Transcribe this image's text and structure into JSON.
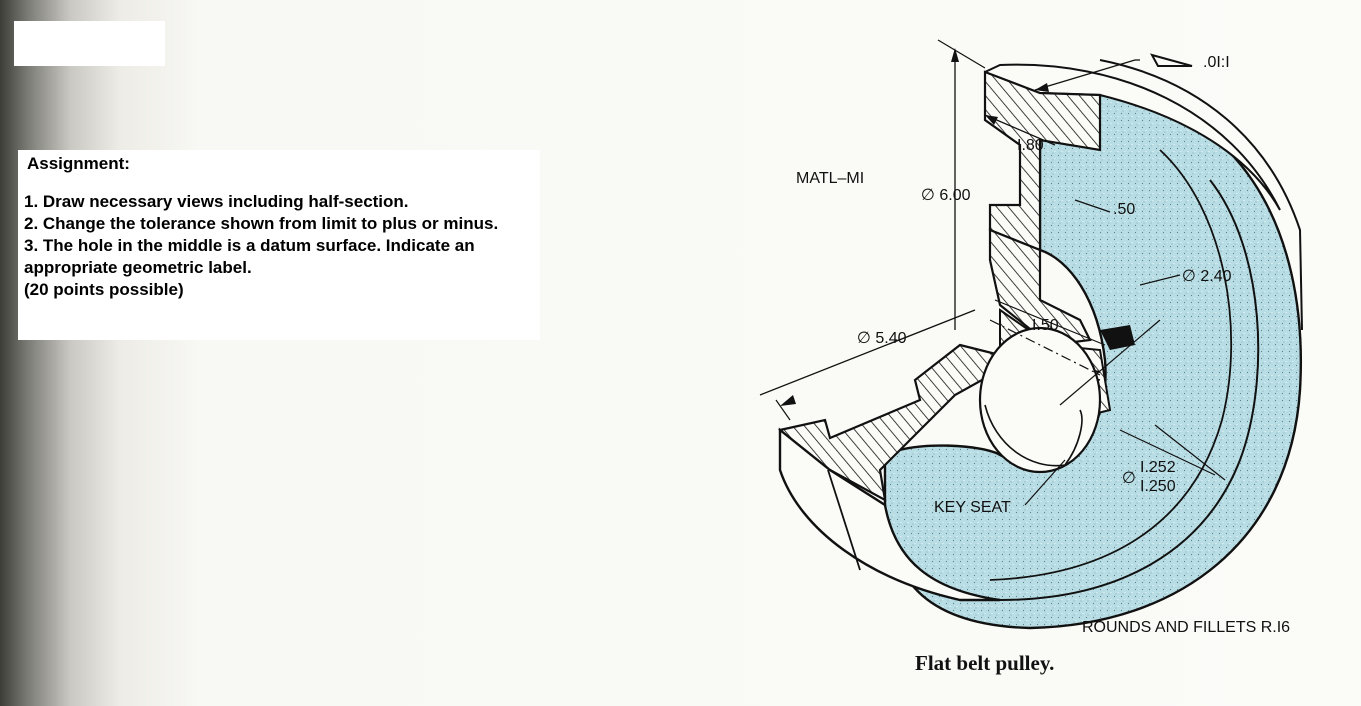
{
  "assignment": {
    "heading": "Assignment:",
    "items": [
      "1. Draw necessary views including half-section.",
      "2. Change the tolerance shown from limit to plus or minus.",
      "3. The hole in the middle is a datum surface. Indicate an appropriate geometric label.",
      "(20 points possible)"
    ]
  },
  "drawing": {
    "material": "MATL–MI",
    "taper": ".0I:I",
    "dim_1_80": "I.80",
    "dim_dia_6_00": "∅ 6.00",
    "dim_0_50": ".50",
    "dim_dia_2_40": "∅ 2.40",
    "dim_1_50": "I.50",
    "dim_dia_5_40": "∅ 5.40",
    "bore_symbol": "∅",
    "bore_upper": "I.252",
    "bore_lower": "I.250",
    "key_seat": "KEY SEAT",
    "rounds_note": "ROUNDS AND FILLETS R.I6",
    "caption": "Flat belt pulley."
  },
  "colors": {
    "section_fill": "#b9dde4",
    "line": "#111111",
    "background": "#fbfbf8"
  }
}
